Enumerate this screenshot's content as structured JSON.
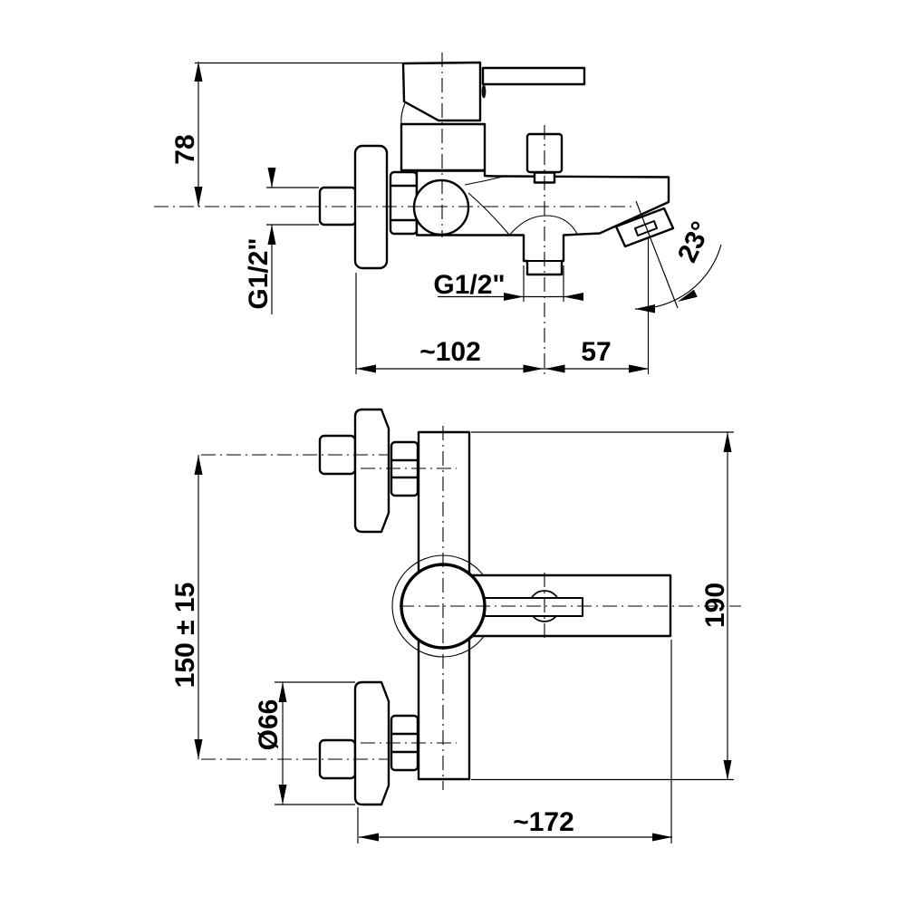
{
  "drawing": {
    "type": "technical-dimension-drawing",
    "subject": "wall-mounted bath mixer tap, two orthographic views",
    "background_color": "#ffffff",
    "line_color": "#000000",
    "views": {
      "side_view": {
        "dimensions": {
          "handle_height": "78",
          "inlet_thread": "G1/2\"",
          "outlet_thread": "G1/2\"",
          "wall_to_outlet": "~102",
          "outlet_to_spout_tip": "57",
          "spout_angle": "23°"
        }
      },
      "front_view": {
        "dimensions": {
          "connection_spacing": "150 ± 15",
          "flange_diameter": "Ø66",
          "overall_height": "190",
          "overall_width": "~172"
        }
      }
    }
  }
}
